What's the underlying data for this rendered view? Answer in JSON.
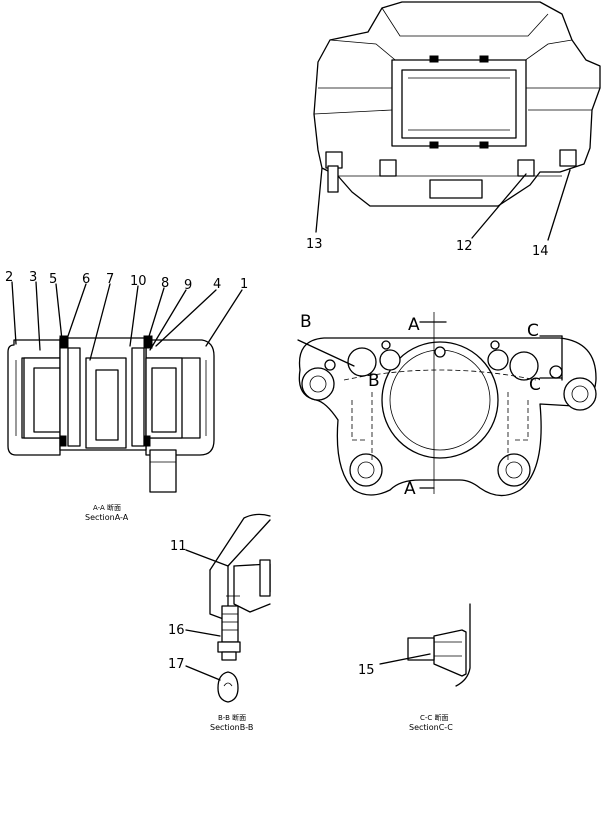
{
  "part_numbers": {
    "n1": "1",
    "n2": "2",
    "n3": "3",
    "n4": "4",
    "n5": "5",
    "n6": "6",
    "n7": "7",
    "n8": "8",
    "n9": "9",
    "n10": "10",
    "n11": "11",
    "n12": "12",
    "n13": "13",
    "n14": "14",
    "n15": "15",
    "n16": "16",
    "n17": "17"
  },
  "section_labels": {
    "aa_jp": "A-A 断面",
    "aa_en": "SectionA-A",
    "bb_jp": "B-B 断面",
    "bb_en": "SectionB-B",
    "cc_jp": "C-C 断面",
    "cc_en": "SectionC-C"
  },
  "cut_markers": {
    "a_top": "A",
    "a_bottom": "A",
    "b_left": "B",
    "b_mid": "B",
    "c_top": "C",
    "c_mid": "C"
  }
}
